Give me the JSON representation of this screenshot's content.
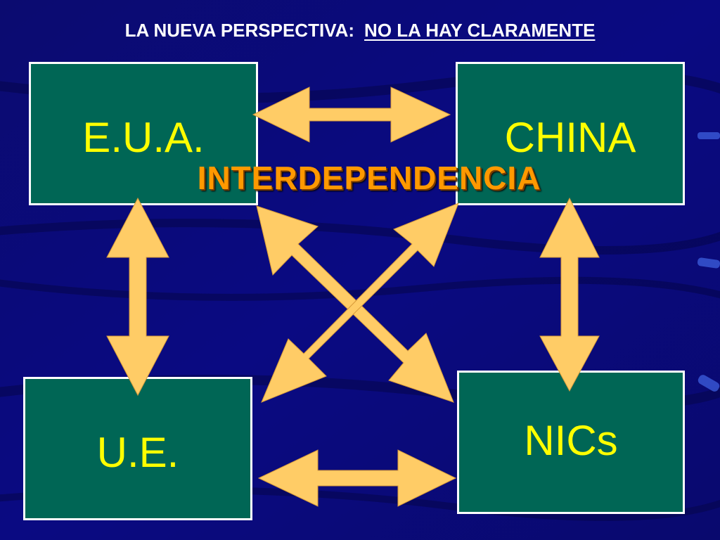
{
  "slide": {
    "title_plain": "LA NUEVA PERSPECTIVA:",
    "title_underlined": "NO LA HAY CLARAMENTE",
    "center_label": "INTERDEPENDENCIA",
    "nodes": {
      "eua": "E.U.A.",
      "china": "CHINA",
      "ue": "U.E.",
      "nics": "NICs"
    }
  },
  "colors": {
    "background": "#0a0a78",
    "box_fill": "#006655",
    "box_text": "#ffff00",
    "arrow": "#ffcc66",
    "center_label": "#ff9900"
  }
}
